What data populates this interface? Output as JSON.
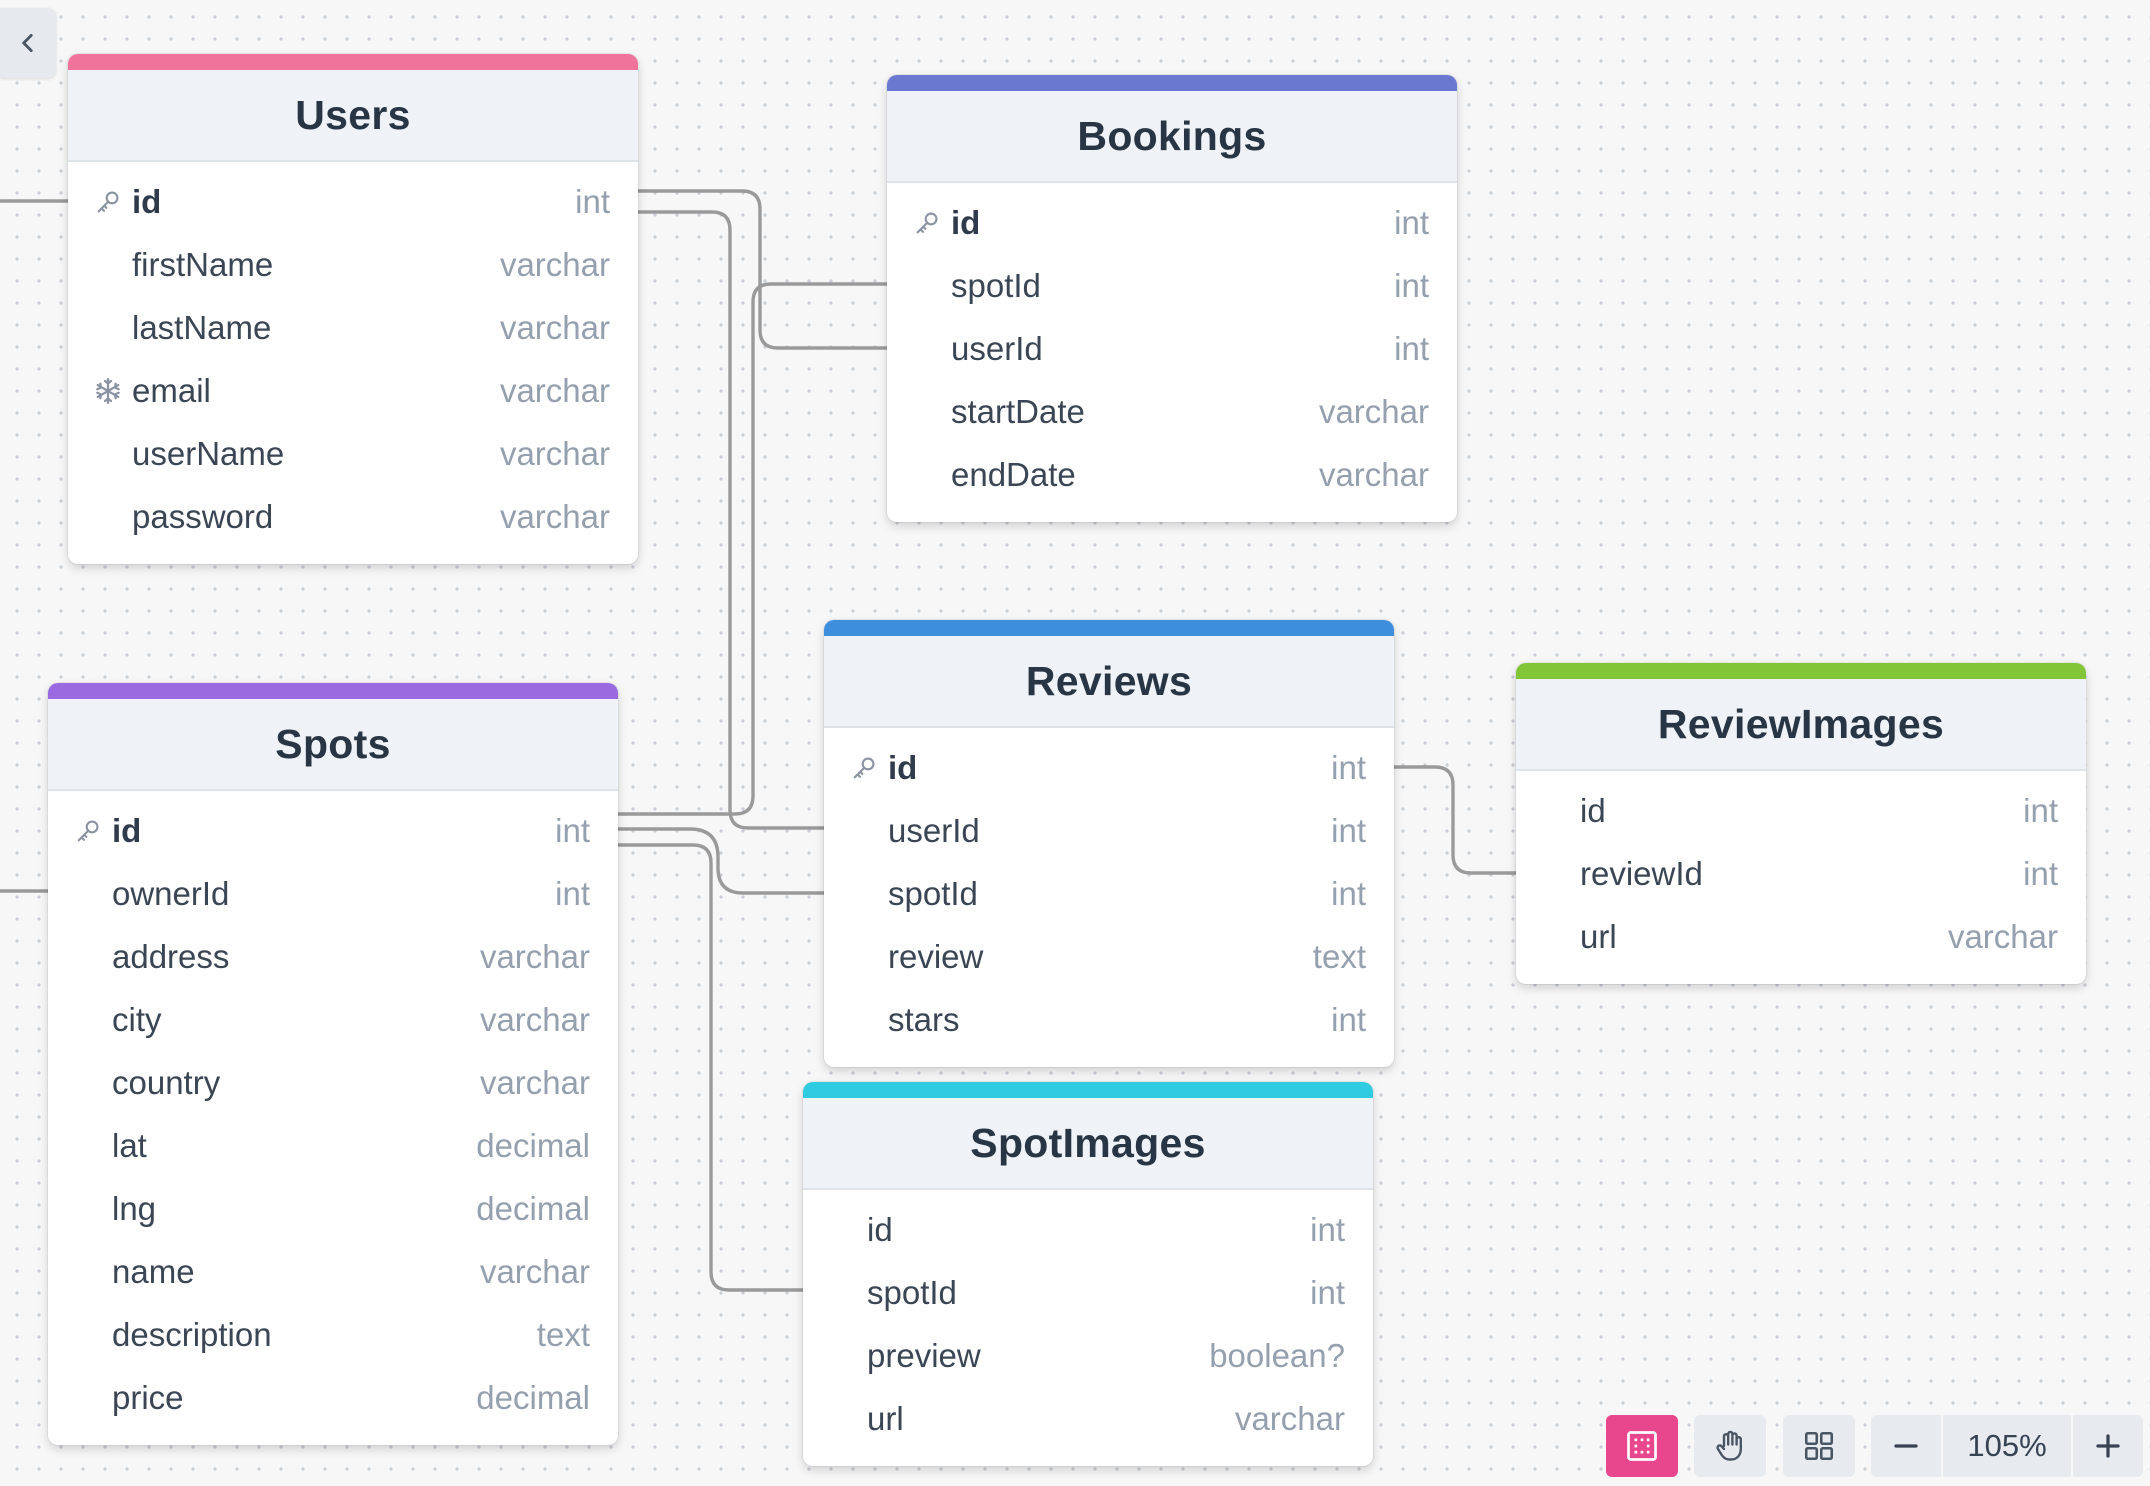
{
  "tables": {
    "users": {
      "title": "Users",
      "accent_color": "#f0739b",
      "columns": [
        {
          "name": "id",
          "type": "int",
          "icon": "key-icon",
          "primary": true
        },
        {
          "name": "firstName",
          "type": "varchar",
          "icon": "",
          "primary": false
        },
        {
          "name": "lastName",
          "type": "varchar",
          "icon": "",
          "primary": false
        },
        {
          "name": "email",
          "type": "varchar",
          "icon": "snowflake-icon",
          "primary": false
        },
        {
          "name": "userName",
          "type": "varchar",
          "icon": "",
          "primary": false
        },
        {
          "name": "password",
          "type": "varchar",
          "icon": "",
          "primary": false
        }
      ]
    },
    "bookings": {
      "title": "Bookings",
      "accent_color": "#6b78cf",
      "columns": [
        {
          "name": "id",
          "type": "int",
          "icon": "key-icon",
          "primary": true
        },
        {
          "name": "spotId",
          "type": "int",
          "icon": "",
          "primary": false
        },
        {
          "name": "userId",
          "type": "int",
          "icon": "",
          "primary": false
        },
        {
          "name": "startDate",
          "type": "varchar",
          "icon": "",
          "primary": false
        },
        {
          "name": "endDate",
          "type": "varchar",
          "icon": "",
          "primary": false
        }
      ]
    },
    "reviews": {
      "title": "Reviews",
      "accent_color": "#3d8fde",
      "columns": [
        {
          "name": "id",
          "type": "int",
          "icon": "key-icon",
          "primary": true
        },
        {
          "name": "userId",
          "type": "int",
          "icon": "",
          "primary": false
        },
        {
          "name": "spotId",
          "type": "int",
          "icon": "",
          "primary": false
        },
        {
          "name": "review",
          "type": "text",
          "icon": "",
          "primary": false
        },
        {
          "name": "stars",
          "type": "int",
          "icon": "",
          "primary": false
        }
      ]
    },
    "reviewimages": {
      "title": "ReviewImages",
      "accent_color": "#82c536",
      "columns": [
        {
          "name": "id",
          "type": "int",
          "icon": "",
          "primary": false
        },
        {
          "name": "reviewId",
          "type": "int",
          "icon": "",
          "primary": false
        },
        {
          "name": "url",
          "type": "varchar",
          "icon": "",
          "primary": false
        }
      ]
    },
    "spots": {
      "title": "Spots",
      "accent_color": "#9b6ae0",
      "columns": [
        {
          "name": "id",
          "type": "int",
          "icon": "key-icon",
          "primary": true
        },
        {
          "name": "ownerId",
          "type": "int",
          "icon": "",
          "primary": false
        },
        {
          "name": "address",
          "type": "varchar",
          "icon": "",
          "primary": false
        },
        {
          "name": "city",
          "type": "varchar",
          "icon": "",
          "primary": false
        },
        {
          "name": "country",
          "type": "varchar",
          "icon": "",
          "primary": false
        },
        {
          "name": "lat",
          "type": "decimal",
          "icon": "",
          "primary": false
        },
        {
          "name": "lng",
          "type": "decimal",
          "icon": "",
          "primary": false
        },
        {
          "name": "name",
          "type": "varchar",
          "icon": "",
          "primary": false
        },
        {
          "name": "description",
          "type": "text",
          "icon": "",
          "primary": false
        },
        {
          "name": "price",
          "type": "decimal",
          "icon": "",
          "primary": false
        }
      ]
    },
    "spotimages": {
      "title": "SpotImages",
      "accent_color": "#2fcbe0",
      "columns": [
        {
          "name": "id",
          "type": "int",
          "icon": "",
          "primary": false
        },
        {
          "name": "spotId",
          "type": "int",
          "icon": "",
          "primary": false
        },
        {
          "name": "preview",
          "type": "boolean?",
          "icon": "",
          "primary": false
        },
        {
          "name": "url",
          "type": "varchar",
          "icon": "",
          "primary": false
        }
      ]
    }
  },
  "toolbar": {
    "collapse_icon": "chevron-left-icon",
    "select_icon": "select-box-icon",
    "pan_icon": "hand-icon",
    "fit_icon": "grid-icon",
    "zoom_out_icon": "minus-icon",
    "zoom_in_icon": "plus-icon",
    "zoom_level": "105%",
    "active_color": "#e8478e"
  },
  "colors": {
    "connector": "#9a9a9a",
    "header_bg": "#eff2f7",
    "canvas_bg": "#f7f7f7"
  }
}
